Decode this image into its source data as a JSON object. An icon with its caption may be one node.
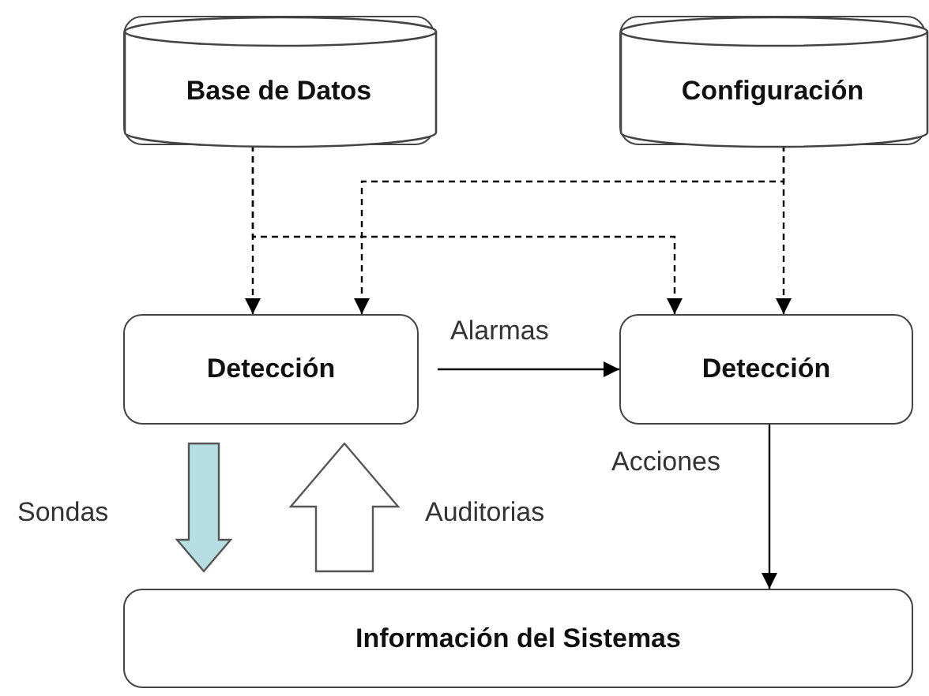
{
  "diagram": {
    "nodes": [
      {
        "text": [
          "Base de Datos"
        ]
      },
      {
        "text": [
          "Configuración"
        ]
      },
      {
        "text": [
          "Detección"
        ]
      },
      {
        "text": [
          "Detección"
        ]
      },
      {
        "text": [
          "Información del Sistemas"
        ]
      }
    ],
    "edges": [
      {
        "from": 0,
        "to": 2,
        "arrow": "to",
        "style": "dashed"
      },
      {
        "from": 0,
        "to": 3,
        "arrow": "to",
        "style": "dashed"
      },
      {
        "from": 1,
        "to": 2,
        "arrow": "to",
        "style": "dashed"
      },
      {
        "from": 1,
        "to": 3,
        "arrow": "to",
        "style": "dashed"
      },
      {
        "from": 2,
        "to": 3,
        "arrow": "to",
        "label": "Alarmas"
      },
      {
        "from": 3,
        "to": 4,
        "arrow": "to",
        "label": "Acciones"
      },
      {
        "from": 2,
        "to": 4,
        "arrow": "to",
        "label": "Sondas",
        "style": "thick",
        "color": "#b7dfe3"
      },
      {
        "from": 4,
        "to": 2,
        "arrow": "to",
        "label": "Auditorias",
        "style": "thick"
      }
    ]
  }
}
